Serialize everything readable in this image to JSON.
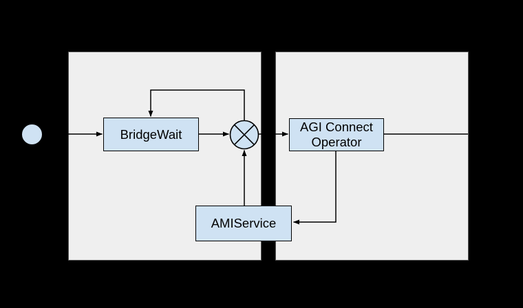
{
  "diagram": {
    "kind": "process-flow-diagram",
    "background": "#000000",
    "lanes": [
      {
        "id": "lane-left",
        "label": ""
      },
      {
        "id": "lane-right",
        "label": ""
      }
    ],
    "nodes": {
      "start_event": {
        "shape": "circle",
        "label": "",
        "icon": "start-event-circle"
      },
      "bridgewait": {
        "shape": "rectangle",
        "label": "BridgeWait"
      },
      "xor_gateway": {
        "shape": "circle-with-x",
        "label": "",
        "icon": "x-gateway-icon"
      },
      "agi_connect_operator": {
        "shape": "rectangle",
        "label": "AGI Connect Operator"
      },
      "amiservice": {
        "shape": "rectangle",
        "label": "AMIService"
      }
    },
    "edges": [
      {
        "from": "start_event",
        "to": "bridgewait",
        "arrowhead": true
      },
      {
        "from": "bridgewait",
        "to": "xor_gateway",
        "arrowhead": true
      },
      {
        "from": "xor_gateway",
        "to": "agi_connect_operator",
        "arrowhead": true
      },
      {
        "from": "agi_connect_operator",
        "to": "lane-right-edge",
        "arrowhead": false
      },
      {
        "from": "xor_gateway",
        "to": "bridgewait",
        "route": "loop-over-top",
        "arrowhead": true
      },
      {
        "from": "agi_connect_operator",
        "to": "amiservice",
        "route": "down-then-left",
        "arrowhead": true
      },
      {
        "from": "amiservice",
        "to": "xor_gateway",
        "route": "up",
        "arrowhead": true
      }
    ],
    "colors": {
      "background": "#000000",
      "lane_fill": "#efefef",
      "lane_border": "#595959",
      "node_fill": "#cfe2f3",
      "node_border": "#000000",
      "connector": "#000000",
      "text": "#000000"
    }
  }
}
